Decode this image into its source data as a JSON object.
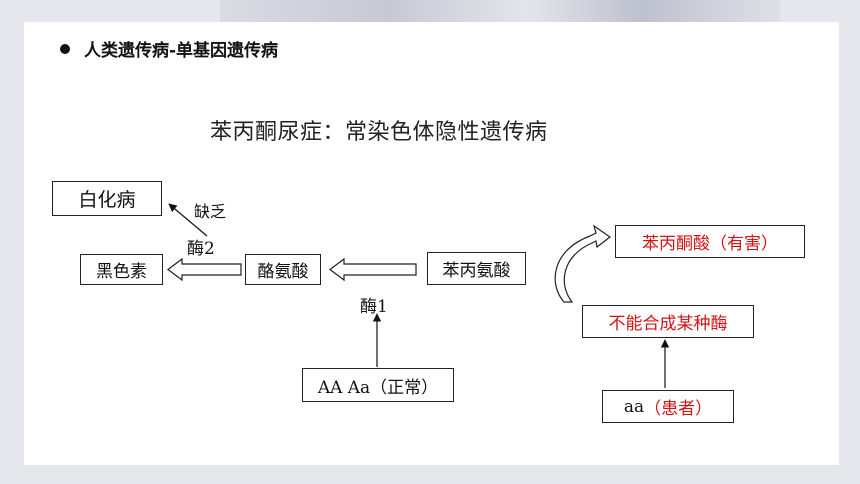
{
  "heading": "人类遗传病-单基因遗传病",
  "subtitle": "苯丙酮尿症：常染色体隐性遗传病",
  "nodes": {
    "albinism": "白化病",
    "melanin": "黑色素",
    "tyrosine": "酪氨酸",
    "phenylalanine": "苯丙氨酸",
    "phenylpyruvic": "苯丙酮酸（有害）",
    "cannot_synthesize": "不能合成某种酶",
    "normal_genotype": "AA  Aa（正常）",
    "patient_genotype_prefix": "aa",
    "patient_genotype_suffix": "（患者）"
  },
  "labels": {
    "lack": "缺乏",
    "enzyme2": "酶2",
    "enzyme1": "酶1"
  },
  "colors": {
    "highlight": "#d21414",
    "text": "#111111"
  }
}
